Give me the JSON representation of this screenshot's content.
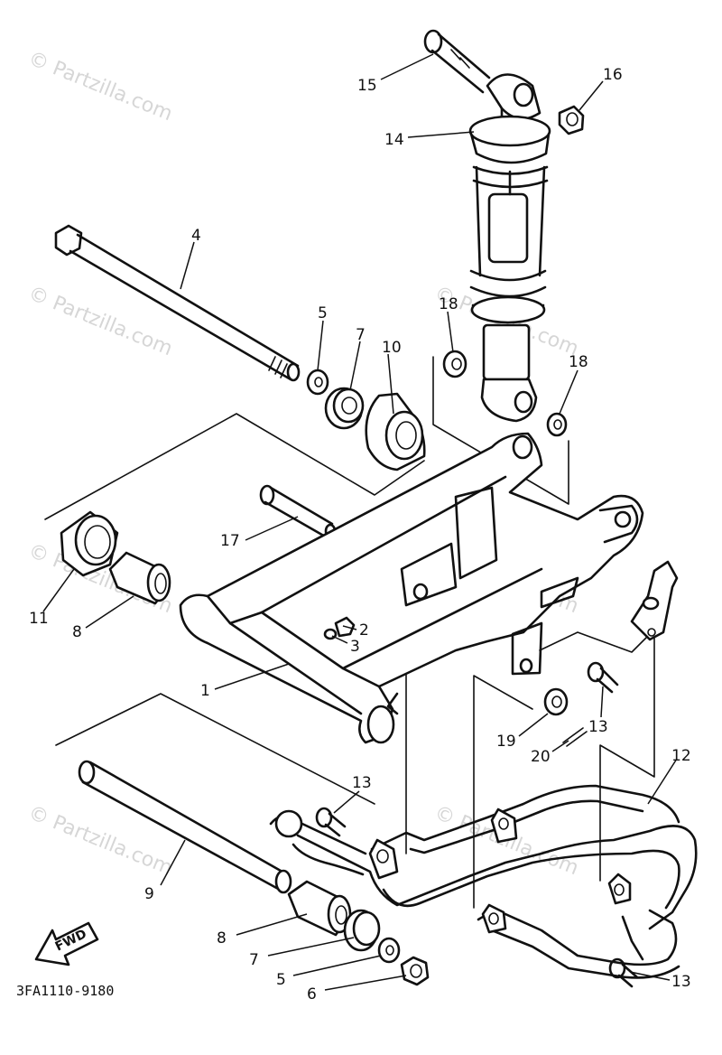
{
  "diagram_code": "3FA1110-9180",
  "watermark": "© Partzilla.com",
  "fwd_label": "FWD",
  "callouts": {
    "c1": "1",
    "c2": "2",
    "c3": "3",
    "c4": "4",
    "c5a": "5",
    "c5b": "5",
    "c6": "6",
    "c7a": "7",
    "c7b": "7",
    "c8a": "8",
    "c8b": "8",
    "c9": "9",
    "c10": "10",
    "c11": "11",
    "c12": "12",
    "c13a": "13",
    "c13b": "13",
    "c13c": "13",
    "c14": "14",
    "c15": "15",
    "c16": "16",
    "c17": "17",
    "c18a": "18",
    "c18b": "18",
    "c19": "19",
    "c20": "20"
  }
}
